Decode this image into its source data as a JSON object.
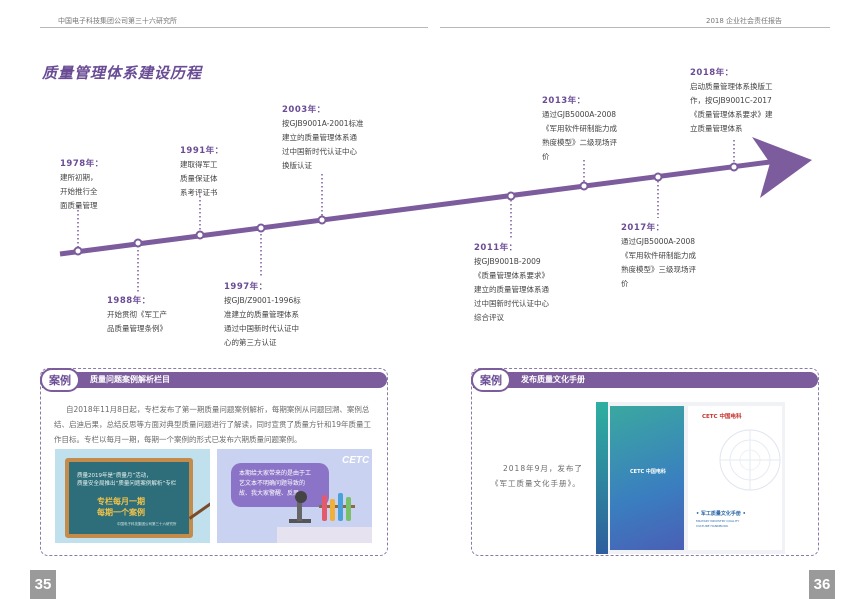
{
  "header": {
    "left": "中国电子科技集团公司第三十六研究所",
    "right": "2018 企业社会责任报告"
  },
  "section_title": "质量管理体系建设历程",
  "colors": {
    "accent": "#7c5c9c",
    "accent_dark": "#6a4c95"
  },
  "timeline": [
    {
      "year": "1978年：",
      "lines": [
        "建所初期，",
        "开始推行全",
        "面质量管理"
      ]
    },
    {
      "year": "1988年：",
      "lines": [
        "开始贯彻《军工产",
        "品质量管理条例》"
      ]
    },
    {
      "year": "1991年：",
      "lines": [
        "建取得军工",
        "质量保证体",
        "系考评证书"
      ]
    },
    {
      "year": "1997年：",
      "lines": [
        "按GJB/Z9001-1996标",
        "准建立的质量管理体系",
        "通过中国新时代认证中",
        "心的第三方认证"
      ]
    },
    {
      "year": "2003年：",
      "lines": [
        "按GJB9001A-2001标准",
        "建立的质量管理体系通",
        "过中国新时代认证中心",
        "换版认证"
      ]
    },
    {
      "year": "2011年：",
      "lines": [
        "按GJB9001B-2009",
        "《质量管理体系要求》",
        "建立的质量管理体系通",
        "过中国新时代认证中心",
        "综合评议"
      ]
    },
    {
      "year": "2013年：",
      "lines": [
        "通过GJB5000A-2008",
        "《军用软件研制能力成",
        "熟度模型》二级现场评",
        "价"
      ]
    },
    {
      "year": "2017年：",
      "lines": [
        "通过GJB5000A-2008",
        "《军用软件研制能力成",
        "熟度模型》三级现场评",
        "价"
      ]
    },
    {
      "year": "2018年：",
      "lines": [
        "启动质量管理体系换版工",
        "作，按GJB9001C-2017",
        "《质量管理体系要求》建",
        "立质量管理体系"
      ]
    }
  ],
  "panel_left": {
    "badge": "案例",
    "title": "质量问题案例解析栏目",
    "para_lines": [
      "自2018年11月8日起，专栏发布了第一期质量问题案例解析，每期案例从问题回溯、案例总",
      "结、启迪后果，总结反思等方面对典型质量问题进行了解读，同时宣贯了质量方针和19年质量工",
      "作目标。专栏以每月一期，每期一个案例的形式已发布六期质量问题案例。"
    ],
    "board_lines": [
      "质量2019年是“质量月”活动，",
      "质量安全局推出“质量问题案例解析”专栏"
    ],
    "board_big": [
      "专栏每月一期",
      "每期一个案例"
    ],
    "board_small": "中国电子科技集团公司第三十六研究所",
    "logo": "CETC",
    "bubble_lines": [
      "本期给大家带来的是由于工",
      "艺文本不明确问题导致的",
      "故、我大家警醒、反思。"
    ]
  },
  "panel_right": {
    "badge": "案例",
    "title": "发布质量文化手册",
    "para_lines": [
      "2018年9月，发布了",
      "《军工质量文化手册》。"
    ],
    "book_logo": "CETC 中国电科",
    "book_title": "• 军工质量文化手册 •",
    "book_sub_lines": [
      "MILITARY INDUSTRY QUALITY",
      "CULTURE HANDBOOK"
    ]
  },
  "page_numbers": {
    "left": "35",
    "right": "36"
  }
}
